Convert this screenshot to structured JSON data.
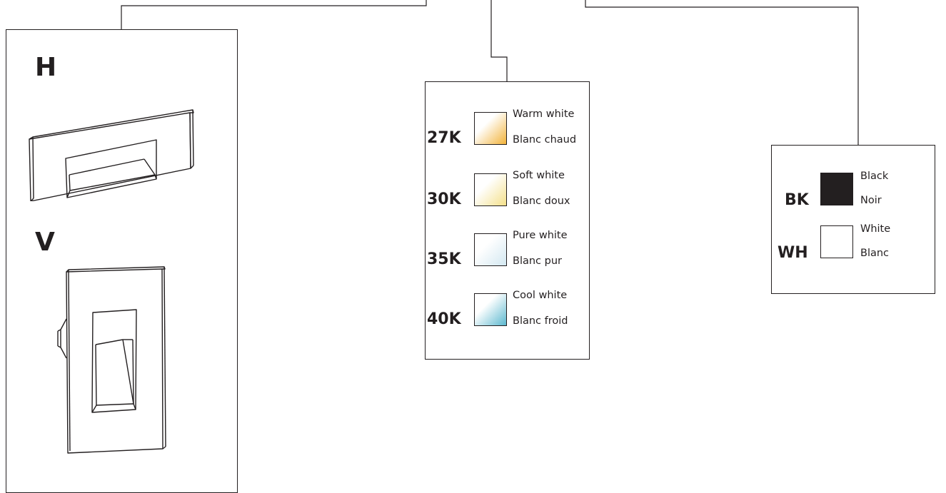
{
  "orientation": {
    "items": [
      {
        "code": "H"
      },
      {
        "code": "V"
      }
    ]
  },
  "color_temperature": {
    "items": [
      {
        "code": "27K",
        "label_en": "Warm white",
        "label_fr": "Blanc chaud",
        "tint": "#f2b33a"
      },
      {
        "code": "30K",
        "label_en": "Soft white",
        "label_fr": "Blanc doux",
        "tint": "#f4e08a"
      },
      {
        "code": "35K",
        "label_en": "Pure white",
        "label_fr": "Blanc pur",
        "tint": "#d3e8f1"
      },
      {
        "code": "40K",
        "label_en": "Cool white",
        "label_fr": "Blanc froid",
        "tint": "#5cb8cf"
      }
    ]
  },
  "finish": {
    "items": [
      {
        "code": "BK",
        "label_en": "Black",
        "label_fr": "Noir",
        "color": "#231f20"
      },
      {
        "code": "WH",
        "label_en": "White",
        "label_fr": "Blanc",
        "color": "#ffffff"
      }
    ]
  },
  "colors": {
    "line": "#231f20",
    "background": "#ffffff"
  }
}
